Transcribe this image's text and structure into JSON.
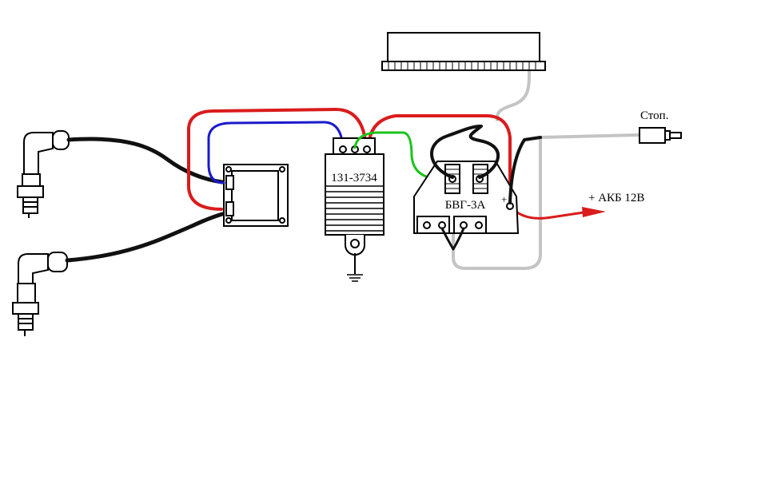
{
  "labels": {
    "switch_unit": "131-3734",
    "regulator": "БВГ-3А",
    "battery": "+ АКБ 12В",
    "stop": "Стоп.",
    "plus": "+"
  },
  "wire_colors": {
    "red": "#d91c1c",
    "blue": "#1a1acc",
    "green": "#19c419",
    "black": "#111111",
    "gray": "#c4c4c4"
  }
}
